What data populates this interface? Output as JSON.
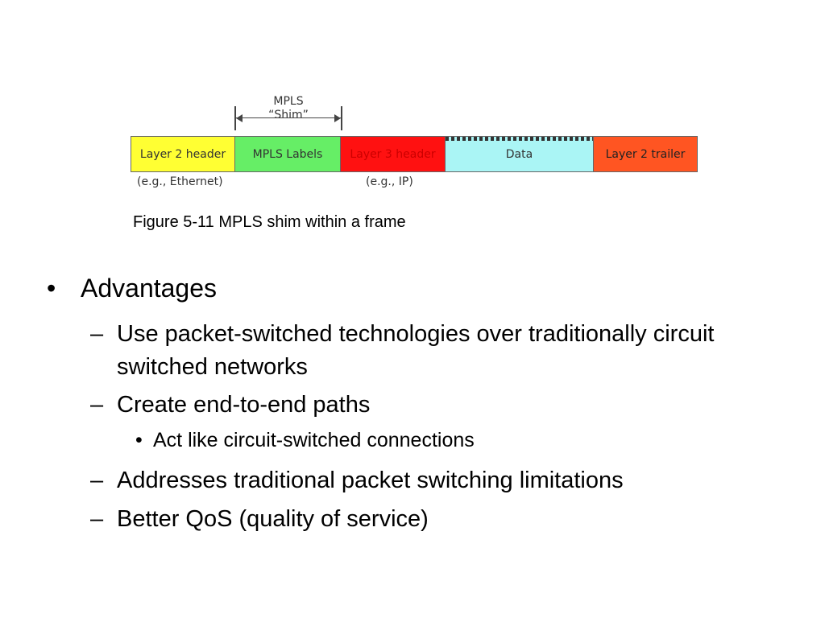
{
  "diagram": {
    "shim_label_line1": "MPLS",
    "shim_label_line2": "“Shim”",
    "segments": [
      {
        "label": "Layer 2 header",
        "color": "#ffff33"
      },
      {
        "label": "MPLS Labels",
        "color": "#66ee66"
      },
      {
        "label": "Layer 3 header",
        "color": "#ff1111"
      },
      {
        "label": "Data",
        "color": "#aaf5f5"
      },
      {
        "label": "Layer 2 trailer",
        "color": "#ff5522"
      }
    ],
    "sub_ethernet": "(e.g., Ethernet)",
    "sub_ip": "(e.g., IP)",
    "caption": "Figure 5-11 MPLS shim within a frame"
  },
  "bullets": {
    "level1_marker": "•",
    "level2_marker": "–",
    "level3_marker": "•",
    "advantages": "Advantages",
    "item1": "Use packet-switched technologies over traditionally circuit switched networks",
    "item2": "Create end-to-end paths",
    "item2_sub": "Act like circuit-switched connections",
    "item3": "Addresses traditional packet switching limitations",
    "item4": "Better QoS (quality of service)"
  }
}
